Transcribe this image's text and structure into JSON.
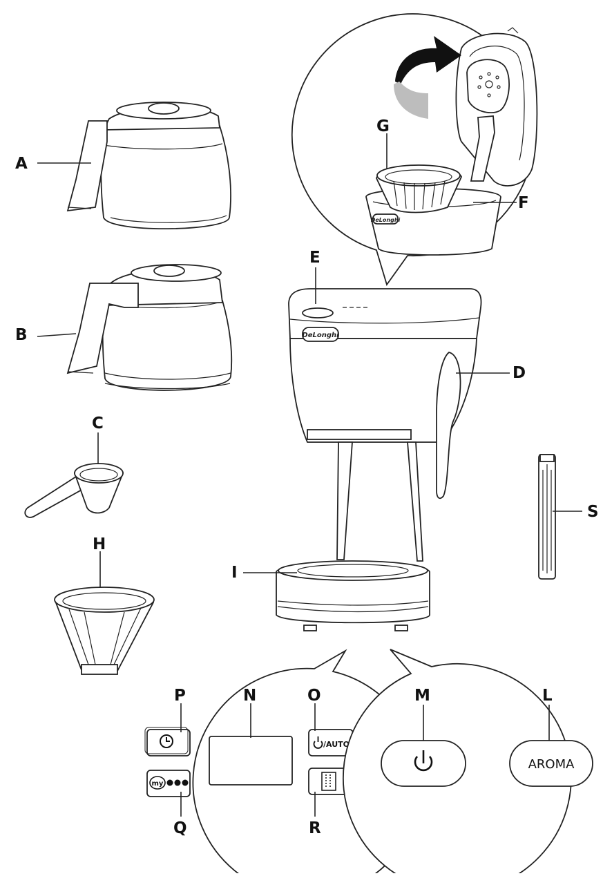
{
  "labels": {
    "A": "A",
    "B": "B",
    "C": "C",
    "D": "D",
    "E": "E",
    "F": "F",
    "G": "G",
    "H": "H",
    "I": "I",
    "L": "L",
    "M": "M",
    "N": "N",
    "O": "O",
    "P": "P",
    "Q": "Q",
    "R": "R",
    "S": "S"
  },
  "brand_logo": "DeLonghi",
  "buttons": {
    "auto_label": "/AUTO",
    "my_label": "my",
    "aroma_label": "AROMA"
  },
  "icons": {
    "clock": "clock-icon",
    "power": "power-icon",
    "strength": "strength-dots-icon",
    "descale": "descale-icon",
    "rotate_arrow": "curved-arrow-icon"
  },
  "colors": {
    "line": "#222222",
    "arrow_dark": "#111111",
    "arrow_light": "#bdbdbd",
    "background": "#ffffff"
  }
}
